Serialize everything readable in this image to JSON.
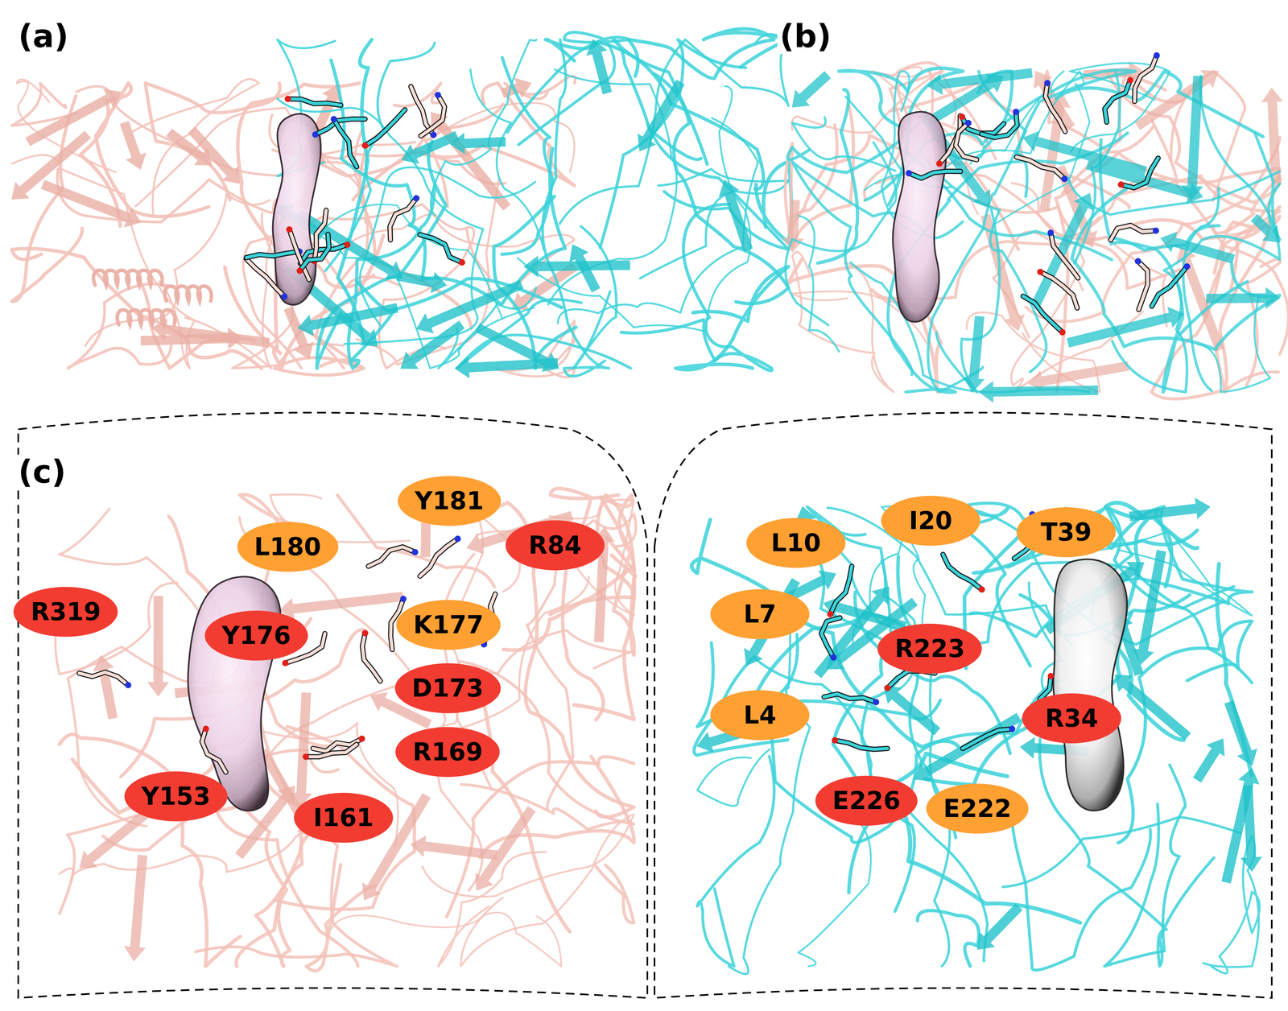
{
  "diagram": {
    "nodes": [
      {
        "text": [
          "Y181"
        ]
      },
      {
        "text": [
          "L180"
        ]
      },
      {
        "text": [
          "R84"
        ]
      },
      {
        "text": [
          "R319"
        ]
      },
      {
        "text": [
          "Y176"
        ]
      },
      {
        "text": [
          "K177"
        ]
      },
      {
        "text": [
          "D173"
        ]
      },
      {
        "text": [
          "R169"
        ]
      },
      {
        "text": [
          "Y153"
        ]
      },
      {
        "text": [
          "I161"
        ]
      },
      {
        "text": [
          "I20"
        ]
      },
      {
        "text": [
          "L10"
        ]
      },
      {
        "text": [
          "T39"
        ]
      },
      {
        "text": [
          "L7"
        ]
      },
      {
        "text": [
          "R223"
        ]
      },
      {
        "text": [
          "L4"
        ]
      },
      {
        "text": [
          "R34"
        ]
      },
      {
        "text": [
          "E226"
        ]
      },
      {
        "text": [
          "E222"
        ]
      }
    ],
    "labels": [
      "(a)",
      "(b)",
      "(c)"
    ]
  }
}
